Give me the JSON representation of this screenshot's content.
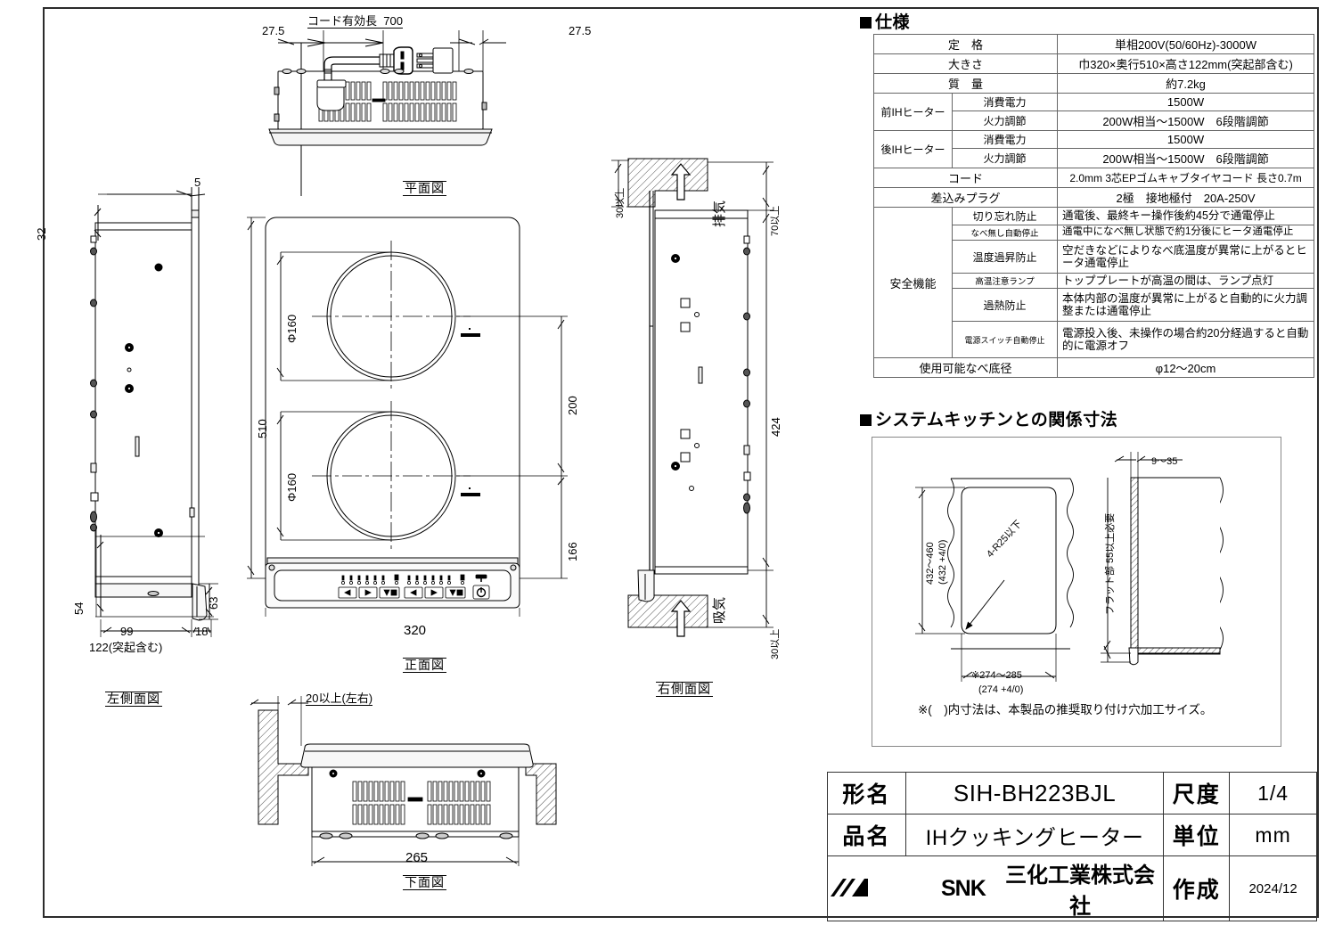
{
  "spec": {
    "heading": "仕様",
    "rows": [
      {
        "label": "定　格",
        "value": "単相200V(50/60Hz)-3000W"
      },
      {
        "label": "大きさ",
        "value": "巾320×奥行510×高さ122mm(突起部含む)"
      },
      {
        "label": "質　量",
        "value": "約7.2kg"
      },
      {
        "group": "前IHヒーター",
        "label": "消費電力",
        "value": "1500W"
      },
      {
        "group": "前IHヒーター",
        "label": "火力調節",
        "value": "200W相当～1500W　6段階調節"
      },
      {
        "group": "後IHヒーター",
        "label": "消費電力",
        "value": "1500W"
      },
      {
        "group": "後IHヒーター",
        "label": "火力調節",
        "value": "200W相当～1500W　6段階調節"
      },
      {
        "label": "コード",
        "value": "2.0mm 3芯EPゴムキャブタイヤコード 長さ0.7m"
      },
      {
        "label": "差込みプラグ",
        "value": "2極　接地極付　20A-250V"
      }
    ],
    "safety_group": "安全機能",
    "safety": [
      {
        "label": "切り忘れ防止",
        "value": "通電後、最終キー操作後約45分で通電停止"
      },
      {
        "label": "なべ無し自動停止",
        "value": "通電中になべ無し状態で約1分後にヒータ通電停止"
      },
      {
        "label": "温度過昇防止",
        "value": "空だきなどによりなべ底温度が異常に上がるとヒータ通電停止"
      },
      {
        "label": "高温注意ランプ",
        "value": "トッププレートが高温の間は、ランプ点灯"
      },
      {
        "label": "過熱防止",
        "value": "本体内部の温度が異常に上がると自動的に火力調整または通電停止"
      },
      {
        "label": "電源スイッチ自動停止",
        "value": "電源投入後、未操作の場合約20分経過すると自動的に電源オフ"
      }
    ],
    "pot_label": "使用可能なべ底径",
    "pot_value": "φ12～20cm"
  },
  "kitchen": {
    "heading": "システムキッチンとの関係寸法",
    "dim_height": "432～460",
    "dim_height_sub": "(432 +4/0)",
    "dim_radius": "4-R25以下",
    "dim_width": "※274～285",
    "dim_width_sub": "(274 +4/0)",
    "dim_top": "9～35",
    "dim_flat": "フラット部 55以上必要",
    "note": "※(　)内寸法は、本製品の推奨取り付け穴加工サイズ。"
  },
  "views": {
    "plan": "平面図",
    "front": "正面図",
    "left": "左側面図",
    "right": "右側面図",
    "bottom": "下面図"
  },
  "dims": {
    "cord_label": "コード有効長",
    "cord_value": "700",
    "offset_left": "27.5",
    "offset_right": "27.5",
    "top_thickness": "5",
    "lip_height": "32",
    "depth_510": "510",
    "burner_dia_rear": "Φ160",
    "burner_dia_front": "Φ160",
    "pitch_200": "200",
    "front_166": "166",
    "width_320": "320",
    "side_54": "54",
    "side_63": "63",
    "side_99": "99",
    "side_18": "18",
    "side_122": "122(突起含む)",
    "clear_top_30": "30以上",
    "clear_exhaust_70": "70以上",
    "right_424": "424",
    "clear_bottom_30": "30以上",
    "exhaust": "排気",
    "intake": "吸気",
    "side_clearance": "20以上(左右)",
    "bottom_265": "265"
  },
  "titleblock": {
    "model_key": "形名",
    "model_value": "SIH-BH223BJL",
    "scale_key": "尺度",
    "scale_value": "1/4",
    "name_key": "品名",
    "name_value": "IHクッキングヒーター",
    "unit_key": "単位",
    "unit_value": "mm",
    "brand": "SNK",
    "company": "三化工業株式会社",
    "date_key": "作成",
    "date_value": "2024/12"
  }
}
